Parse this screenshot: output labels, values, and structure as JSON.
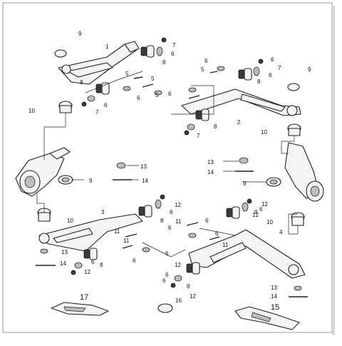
{
  "callouts": [
    {
      "id": "c9a",
      "text": "9"
    },
    {
      "id": "c1",
      "text": "1"
    },
    {
      "id": "c7a",
      "text": "7"
    },
    {
      "id": "c6a",
      "text": "6"
    },
    {
      "id": "c8a",
      "text": "8"
    },
    {
      "id": "c5a",
      "text": "5"
    },
    {
      "id": "c8b",
      "text": "8"
    },
    {
      "id": "c6b",
      "text": "6"
    },
    {
      "id": "c7b",
      "text": "7"
    },
    {
      "id": "c6c",
      "text": "6"
    },
    {
      "id": "c5b",
      "text": "5"
    },
    {
      "id": "c6d",
      "text": "6"
    },
    {
      "id": "c5c",
      "text": "5"
    },
    {
      "id": "c10a",
      "text": "10"
    },
    {
      "id": "c6e",
      "text": "6"
    },
    {
      "id": "c5d",
      "text": "5"
    },
    {
      "id": "c6f",
      "text": "6"
    },
    {
      "id": "c7c",
      "text": "7"
    },
    {
      "id": "c6g",
      "text": "6"
    },
    {
      "id": "c8c",
      "text": "8"
    },
    {
      "id": "c9b",
      "text": "9"
    },
    {
      "id": "c2",
      "text": "2"
    },
    {
      "id": "c8d",
      "text": "8"
    },
    {
      "id": "c7d",
      "text": "7"
    },
    {
      "id": "c10b",
      "text": "10"
    },
    {
      "id": "c13a",
      "text": "13"
    },
    {
      "id": "c14a",
      "text": "14"
    },
    {
      "id": "c9c",
      "text": "9"
    },
    {
      "id": "c13b",
      "text": "13"
    },
    {
      "id": "c14b",
      "text": "14"
    },
    {
      "id": "c9d",
      "text": "9"
    },
    {
      "id": "c12a",
      "text": "12"
    },
    {
      "id": "c6h",
      "text": "6"
    },
    {
      "id": "c8e",
      "text": "8"
    },
    {
      "id": "c12b",
      "text": "12"
    },
    {
      "id": "c6i",
      "text": "6"
    },
    {
      "id": "c3",
      "text": "3"
    },
    {
      "id": "c10c",
      "text": "10"
    },
    {
      "id": "c11a",
      "text": "11"
    },
    {
      "id": "c6j",
      "text": "6"
    },
    {
      "id": "c11b",
      "text": "11"
    },
    {
      "id": "c6k",
      "text": "6"
    },
    {
      "id": "c11c",
      "text": "11"
    },
    {
      "id": "c6l",
      "text": "6"
    },
    {
      "id": "c12c",
      "text": "12"
    },
    {
      "id": "c8f",
      "text": "8"
    },
    {
      "id": "c10d",
      "text": "10"
    },
    {
      "id": "c4",
      "text": "4"
    },
    {
      "id": "c13c",
      "text": "13"
    },
    {
      "id": "c14c",
      "text": "14"
    },
    {
      "id": "c12d",
      "text": "12"
    },
    {
      "id": "c6m",
      "text": "6"
    },
    {
      "id": "c8g",
      "text": "8"
    },
    {
      "id": "c11d",
      "text": "11"
    },
    {
      "id": "c6n",
      "text": "6"
    },
    {
      "id": "c6o",
      "text": "6"
    },
    {
      "id": "c12e",
      "text": "12"
    },
    {
      "id": "c8h",
      "text": "8"
    },
    {
      "id": "c6p",
      "text": "6"
    },
    {
      "id": "c12f",
      "text": "12"
    },
    {
      "id": "c6q",
      "text": "6"
    },
    {
      "id": "c13d",
      "text": "13"
    },
    {
      "id": "c14d",
      "text": "14"
    },
    {
      "id": "c17",
      "text": "17"
    },
    {
      "id": "c16",
      "text": "16"
    },
    {
      "id": "c15",
      "text": "15"
    }
  ]
}
